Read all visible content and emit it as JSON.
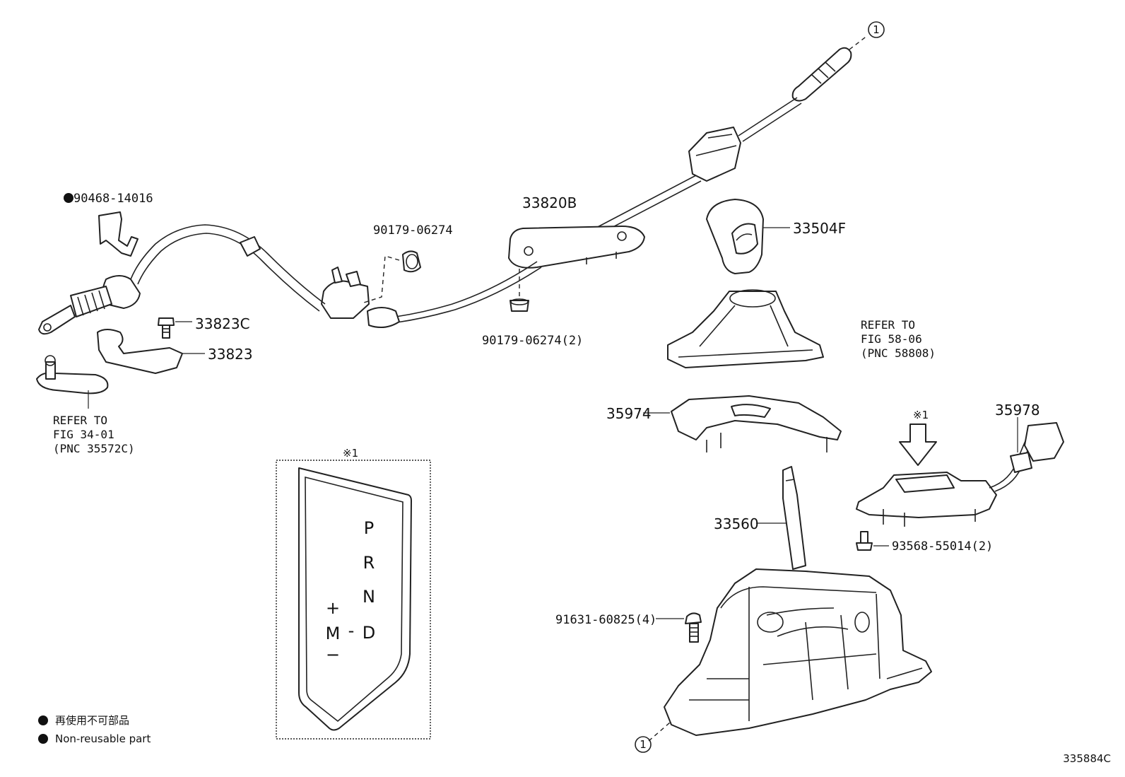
{
  "labels": {
    "p90468": "90468-14016",
    "p90179a": "90179-06274",
    "p33820b": "33820B",
    "p90179b": "90179-06274(2)",
    "p33504f": "33504F",
    "p33823c": "33823C",
    "p33823": "33823",
    "p35974": "35974",
    "p35978": "35978",
    "p33560": "33560",
    "p93568": "93568-55014(2)",
    "p91631": "91631-60825(4)"
  },
  "refs": {
    "fig34": [
      "REFER TO",
      "FIG 34-01",
      "(PNC 35572C)"
    ],
    "fig58": [
      "REFER TO",
      "FIG 58-06",
      "(PNC 58808)"
    ]
  },
  "note_mark": "※1",
  "circle_ref": "1",
  "gate_letters": {
    "p": "P",
    "r": "R",
    "n": "N",
    "d": "D",
    "m": "M",
    "plus": "+",
    "minus": "−",
    "dash": "-"
  },
  "legend": {
    "jp": "再使用不可部品",
    "en": "Non-reusable part"
  },
  "figure_id": "335884C"
}
